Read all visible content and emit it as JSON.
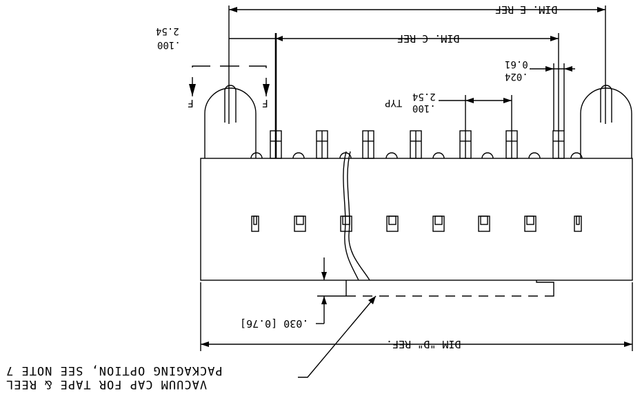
{
  "dim_e": "DIM. E REF",
  "dim_c": "DIM. C REF",
  "dim_d": "DIM \"D\" REF.",
  "pitch_in": ".100",
  "pitch_mm": "2.54",
  "pitch_typ_in": ".100",
  "pitch_typ_mm": "2.54",
  "pitch_typ_suffix": "TYP",
  "pin_w_in": ".024",
  "pin_w_mm": "0.61",
  "cap_gap": ".030 [0.76]",
  "section_left": "F",
  "section_right": "F",
  "note_line1": "VACUUM CAP FOR TAPE & REEL",
  "note_line2": "PACKAGING OPTION, SEE NOTE 7"
}
